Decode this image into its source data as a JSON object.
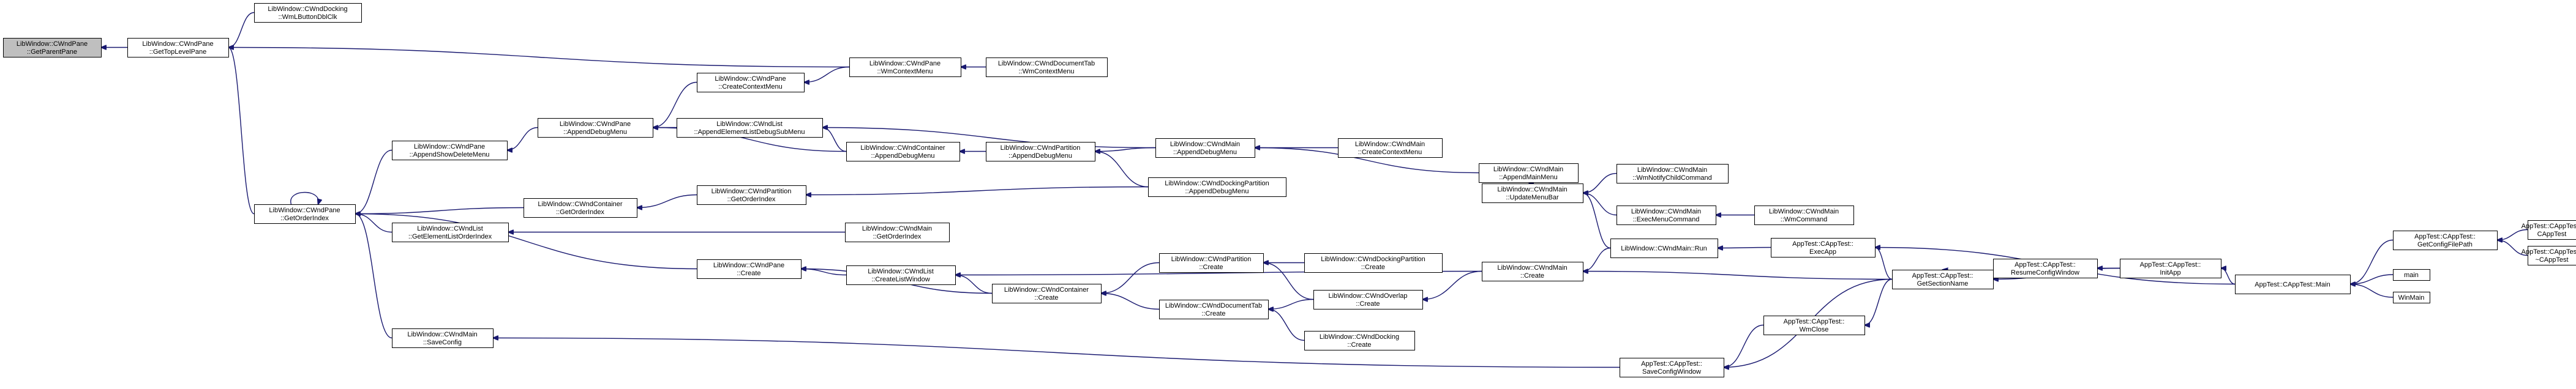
{
  "colors": {
    "edge": "#191970",
    "node_border": "#000000",
    "focus_fill": "#bfbfbf",
    "node_fill": "#ffffff"
  },
  "nodes": [
    {
      "id": "n0",
      "lines": [
        "LibWindow::CWndPane",
        "::GetParentPane"
      ],
      "focus": true
    },
    {
      "id": "n1",
      "lines": [
        "LibWindow::CWndPane",
        "::GetTopLevelPane"
      ]
    },
    {
      "id": "n2",
      "lines": [
        "LibWindow::CWndDocking",
        "::WmLButtonDblClk"
      ]
    },
    {
      "id": "n3",
      "lines": [
        "LibWindow::CWndPane",
        "::WmContextMenu"
      ]
    },
    {
      "id": "n4",
      "lines": [
        "LibWindow::CWndDocumentTab",
        "::WmContextMenu"
      ]
    },
    {
      "id": "n5",
      "lines": [
        "LibWindow::CWndPane",
        "::GetOrderIndex"
      ]
    },
    {
      "id": "n6",
      "lines": [
        "LibWindow::CWndPane",
        "::AppendShowDeleteMenu"
      ]
    },
    {
      "id": "n7",
      "lines": [
        "LibWindow::CWndPane",
        "::AppendDebugMenu"
      ]
    },
    {
      "id": "n8",
      "lines": [
        "LibWindow::CWndPane",
        "::CreateContextMenu"
      ]
    },
    {
      "id": "n9",
      "lines": [
        "LibWindow::CWndList",
        "::AppendElementListDebugSubMenu"
      ]
    },
    {
      "id": "n10",
      "lines": [
        "LibWindow::CWndContainer",
        "::AppendDebugMenu"
      ]
    },
    {
      "id": "n11",
      "lines": [
        "LibWindow::CWndPartition",
        "::AppendDebugMenu"
      ]
    },
    {
      "id": "n12",
      "lines": [
        "LibWindow::CWndMain",
        "::AppendDebugMenu"
      ]
    },
    {
      "id": "n13",
      "lines": [
        "LibWindow::CWndMain",
        "::CreateContextMenu"
      ]
    },
    {
      "id": "n14",
      "lines": [
        "LibWindow::CWndMain",
        "::AppendMainMenu"
      ]
    },
    {
      "id": "n15",
      "lines": [
        "LibWindow::CWndMain",
        "::UpdateMenuBar"
      ]
    },
    {
      "id": "n16",
      "lines": [
        "LibWindow::CWndMain",
        "::WmNotifyChildCommand"
      ]
    },
    {
      "id": "n17",
      "lines": [
        "LibWindow::CWndMain",
        "::ExecMenuCommand"
      ]
    },
    {
      "id": "n18",
      "lines": [
        "LibWindow::CWndMain",
        "::WmCommand"
      ]
    },
    {
      "id": "n19",
      "lines": [
        "LibWindow::CWndDockingPartition",
        "::AppendDebugMenu"
      ]
    },
    {
      "id": "n20",
      "lines": [
        "LibWindow::CWndContainer",
        "::GetOrderIndex"
      ]
    },
    {
      "id": "n21",
      "lines": [
        "LibWindow::CWndPartition",
        "::GetOrderIndex"
      ]
    },
    {
      "id": "n22",
      "lines": [
        "LibWindow::CWndList",
        "::GetElementListOrderIndex"
      ]
    },
    {
      "id": "n23",
      "lines": [
        "LibWindow::CWndMain",
        "::GetOrderIndex"
      ]
    },
    {
      "id": "n24",
      "lines": [
        "LibWindow::CWndMain::Run"
      ]
    },
    {
      "id": "n25",
      "lines": [
        "LibWindow::CWndPane",
        "::Create"
      ]
    },
    {
      "id": "n26",
      "lines": [
        "LibWindow::CWndList",
        "::CreateListWindow"
      ]
    },
    {
      "id": "n27",
      "lines": [
        "LibWindow::CWndContainer",
        "::Create"
      ]
    },
    {
      "id": "n28",
      "lines": [
        "LibWindow::CWndPartition",
        "::Create"
      ]
    },
    {
      "id": "n29",
      "lines": [
        "LibWindow::CWndDockingPartition",
        "::Create"
      ]
    },
    {
      "id": "n30",
      "lines": [
        "LibWindow::CWndDocumentTab",
        "::Create"
      ]
    },
    {
      "id": "n31",
      "lines": [
        "LibWindow::CWndOverlap",
        "::Create"
      ]
    },
    {
      "id": "n32",
      "lines": [
        "LibWindow::CWndDocking",
        "::Create"
      ]
    },
    {
      "id": "n33",
      "lines": [
        "LibWindow::CWndMain",
        "::Create"
      ]
    },
    {
      "id": "n34",
      "lines": [
        "LibWindow::CWndMain",
        "::SaveConfig"
      ]
    },
    {
      "id": "n35",
      "lines": [
        "AppTest::CAppTest::",
        "SaveConfigWindow"
      ]
    },
    {
      "id": "n36",
      "lines": [
        "AppTest::CAppTest::",
        "WmClose"
      ]
    },
    {
      "id": "n37",
      "lines": [
        "AppTest::CAppTest::",
        "GetSectionName"
      ]
    },
    {
      "id": "n38",
      "lines": [
        "AppTest::CAppTest::",
        "ExecApp"
      ]
    },
    {
      "id": "n39",
      "lines": [
        "AppTest::CAppTest::",
        "ResumeConfigWindow"
      ]
    },
    {
      "id": "n40",
      "lines": [
        "AppTest::CAppTest::",
        "InitApp"
      ]
    },
    {
      "id": "n41",
      "lines": [
        "AppTest::CAppTest::Main"
      ]
    },
    {
      "id": "n42",
      "lines": [
        "AppTest::CAppTest::",
        "GetConfigFilePath"
      ]
    },
    {
      "id": "n43",
      "lines": [
        "AppTest::CAppTest::",
        "CAppTest"
      ]
    },
    {
      "id": "n44",
      "lines": [
        "AppTest::CAppTest::",
        "~CAppTest"
      ]
    },
    {
      "id": "n45",
      "lines": [
        "main"
      ]
    },
    {
      "id": "n46",
      "lines": [
        "WinMain"
      ]
    }
  ],
  "edges": [
    [
      "n1",
      "n0"
    ],
    [
      "n2",
      "n1"
    ],
    [
      "n3",
      "n1"
    ],
    [
      "n4",
      "n3"
    ],
    [
      "n5",
      "n1"
    ],
    [
      "n5",
      "n5"
    ],
    [
      "n6",
      "n5"
    ],
    [
      "n7",
      "n6"
    ],
    [
      "n8",
      "n7"
    ],
    [
      "n3",
      "n8"
    ],
    [
      "n9",
      "n7"
    ],
    [
      "n10",
      "n7"
    ],
    [
      "n12",
      "n9"
    ],
    [
      "n10",
      "n9"
    ],
    [
      "n11",
      "n10"
    ],
    [
      "n12",
      "n11"
    ],
    [
      "n19",
      "n11"
    ],
    [
      "n13",
      "n12"
    ],
    [
      "n14",
      "n12"
    ],
    [
      "n15",
      "n14"
    ],
    [
      "n16",
      "n15"
    ],
    [
      "n17",
      "n15"
    ],
    [
      "n18",
      "n17"
    ],
    [
      "n24",
      "n15"
    ],
    [
      "n20",
      "n5"
    ],
    [
      "n21",
      "n20"
    ],
    [
      "n19",
      "n21"
    ],
    [
      "n22",
      "n5"
    ],
    [
      "n23",
      "n22"
    ],
    [
      "n25",
      "n5"
    ],
    [
      "n26",
      "n25"
    ],
    [
      "n27",
      "n26"
    ],
    [
      "n27",
      "n25"
    ],
    [
      "n33",
      "n26"
    ],
    [
      "n28",
      "n27"
    ],
    [
      "n30",
      "n27"
    ],
    [
      "n29",
      "n28"
    ],
    [
      "n31",
      "n28"
    ],
    [
      "n31",
      "n30"
    ],
    [
      "n32",
      "n30"
    ],
    [
      "n33",
      "n31"
    ],
    [
      "n24",
      "n33"
    ],
    [
      "n37",
      "n33"
    ],
    [
      "n34",
      "n5"
    ],
    [
      "n35",
      "n34"
    ],
    [
      "n36",
      "n35"
    ],
    [
      "n37",
      "n35"
    ],
    [
      "n37",
      "n36"
    ],
    [
      "n38",
      "n24"
    ],
    [
      "n37",
      "n38"
    ],
    [
      "n39",
      "n37"
    ],
    [
      "n40",
      "n39"
    ],
    [
      "n41",
      "n38"
    ],
    [
      "n41",
      "n40"
    ],
    [
      "n40",
      "n37"
    ],
    [
      "n42",
      "n41"
    ],
    [
      "n43",
      "n42"
    ],
    [
      "n44",
      "n42"
    ],
    [
      "n45",
      "n41"
    ],
    [
      "n46",
      "n41"
    ]
  ]
}
